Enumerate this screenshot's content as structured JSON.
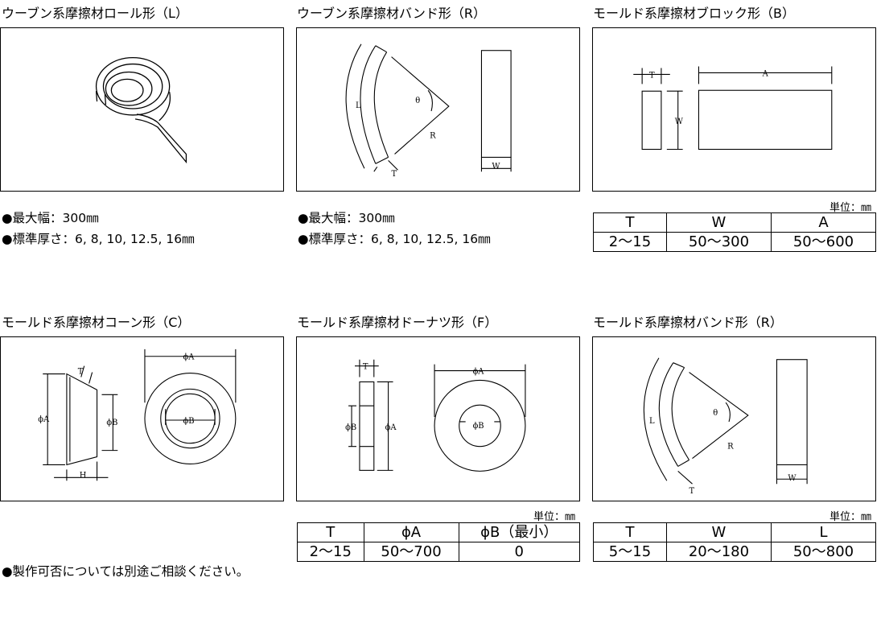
{
  "panels": {
    "woven_roll": {
      "title": "ウーブン系摩擦材ロール形（L）"
    },
    "woven_band": {
      "title": "ウーブン系摩擦材バンド形（R）"
    },
    "molded_block": {
      "title": "モールド系摩擦材ブロック形（B）"
    },
    "molded_cone": {
      "title": "モールド系摩擦材コーン形（C）"
    },
    "molded_donut": {
      "title": "モールド系摩擦材ドーナツ形（F）"
    },
    "molded_band": {
      "title": "モールド系摩擦材バンド形（R）"
    }
  },
  "woven_roll_notes": {
    "max_width": "●最大幅：300㎜",
    "std_thickness": "●標準厚さ：6, 8, 10, 12.5, 16㎜"
  },
  "woven_band_notes": {
    "max_width": "●最大幅：300㎜",
    "std_thickness": "●標準厚さ：6, 8, 10, 12.5, 16㎜"
  },
  "unit_label": "単位：㎜",
  "block_table": {
    "headers": [
      "T",
      "W",
      "A"
    ],
    "row": [
      "2〜15",
      "50〜300",
      "50〜600"
    ]
  },
  "donut_table": {
    "headers": [
      "T",
      "ϕA",
      "ϕB（最小）"
    ],
    "row": [
      "2〜15",
      "50〜700",
      "0"
    ]
  },
  "band_table": {
    "headers": [
      "T",
      "W",
      "L"
    ],
    "row": [
      "5〜15",
      "20〜180",
      "50〜800"
    ]
  },
  "footer_note": "●製作可否については別途ご相談ください。",
  "dim_labels": {
    "L": "L",
    "R": "R",
    "T": "T",
    "W": "W",
    "A": "A",
    "H": "H",
    "theta": "θ",
    "phiA": "ϕA",
    "phiB": "ϕB"
  }
}
